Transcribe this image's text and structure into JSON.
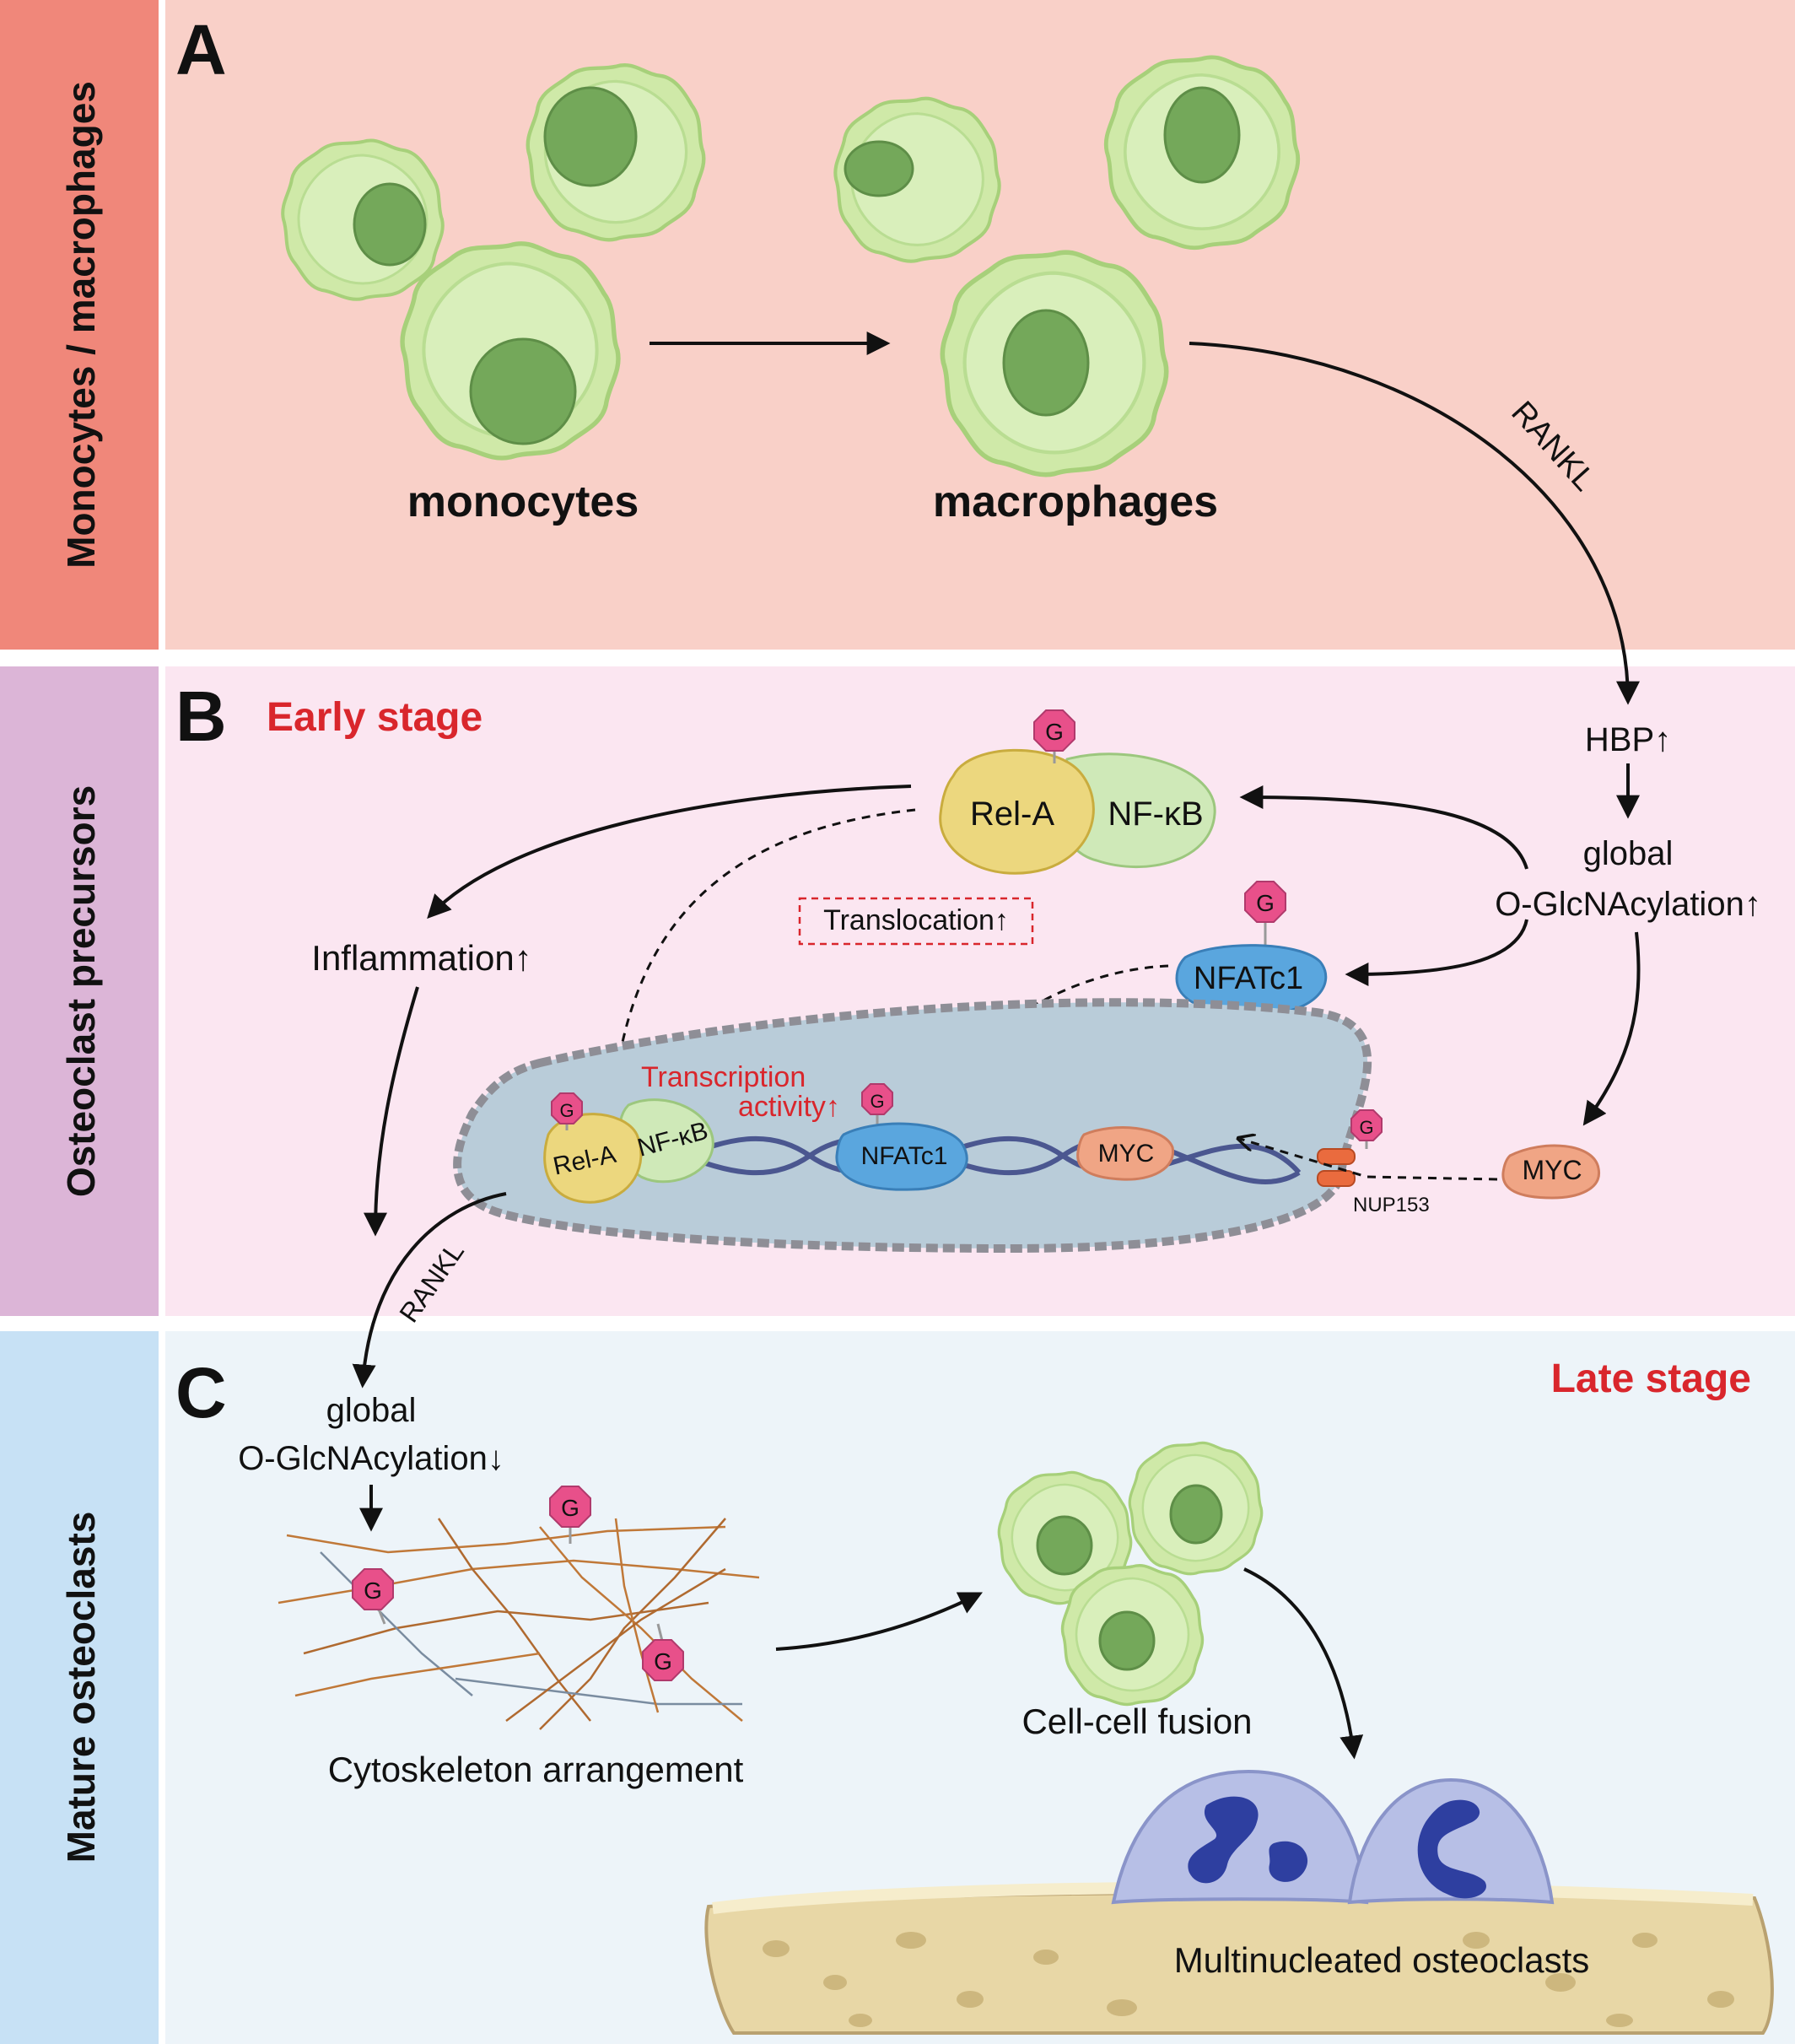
{
  "panels": {
    "a": {
      "letter": "A",
      "side_label": "Monocytes / macrophages",
      "monocytes": "monocytes",
      "macrophages": "macrophages"
    },
    "b": {
      "letter": "B",
      "side_label": "Osteoclast precursors",
      "stage": "Early stage"
    },
    "c": {
      "letter": "C",
      "side_label": "Mature osteoclasts",
      "stage": "Late stage"
    }
  },
  "labels": {
    "rankl_top": "RANKL",
    "hbp": "HBP↑",
    "global_up_1": "global",
    "global_up_2": "O-GlcNAcylation↑",
    "rela": "Rel-A",
    "nfkb": "NF-κB",
    "g": "G",
    "translocation": "Translocation↑",
    "nfatc1": "NFATc1",
    "inflammation": "Inflammation↑",
    "transcription_1": "Transcription",
    "transcription_2": "activity↑",
    "myc": "MYC",
    "nup153": "NUP153",
    "rankl_bottom": "RANKL",
    "global_down_1": "global",
    "global_down_2": "O-GlcNAcylation↓",
    "cytoskeleton": "Cytoskeleton arrangement",
    "fusion": "Cell-cell fusion",
    "osteoclasts": "Multinucleated osteoclasts"
  },
  "colors": {
    "panel_a_bg": "#f9d0c8",
    "panel_a_side": "#f0877a",
    "panel_b_bg": "#fbe6f1",
    "panel_b_side": "#dcb5d7",
    "panel_c_bg": "#edf4f9",
    "panel_c_side": "#c7e1f5",
    "cell": "#cfe9a8",
    "cell_nucleus": "#74a85a",
    "rela": "#ecd77e",
    "nfkb": "#cfe9b8",
    "nfatc1": "#5aa6de",
    "myc": "#f0a585",
    "g_tag": "#e8508a",
    "nucleus": "#b9ccd9",
    "osteoclast": "#b7bfe6",
    "bone": "#e8d7a6",
    "stage_red": "#d9262c"
  }
}
